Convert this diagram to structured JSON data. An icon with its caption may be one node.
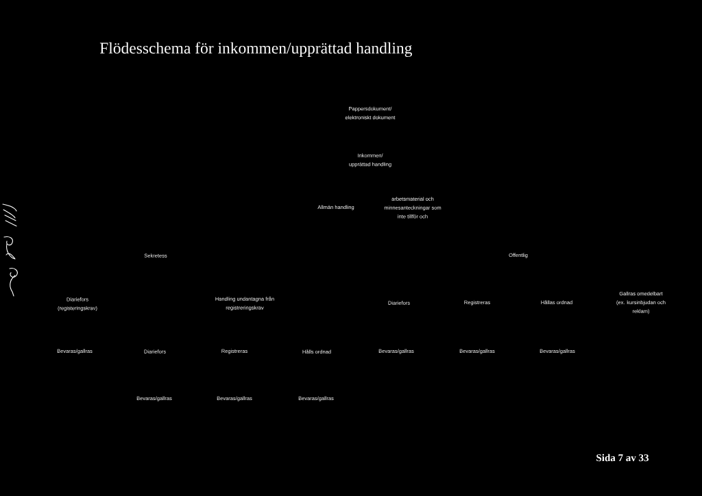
{
  "diagram": {
    "title": "Flödesschema för inkommen/upprättad handling",
    "labels": [
      "Pappersdokument/ elektroniskt dokument",
      "Inkommen/ upprättad handling",
      "Allmän handling",
      "arbetsmaterial och minnesanteckningar som inte tillför och",
      "Sekretess",
      "Offentlig",
      "Diariefors (registeringskrav)",
      "Handling undantagna från registreringskrav",
      "Diariefors",
      "Registreras",
      "Hållas ordnad",
      "Gallras omedelbart (ex. kursinbjudan och reklam)",
      "Bevaras/gallras",
      "Diariefors",
      "Registreras",
      "Hålls ordnad",
      "Bevaras/gallras",
      "Bevaras/gallras",
      "Bevaras/gallras",
      "Bevaras/gallras",
      "Bevaras/gallras",
      "Bevaras/gallras",
      "Sida 7 av 33"
    ]
  }
}
